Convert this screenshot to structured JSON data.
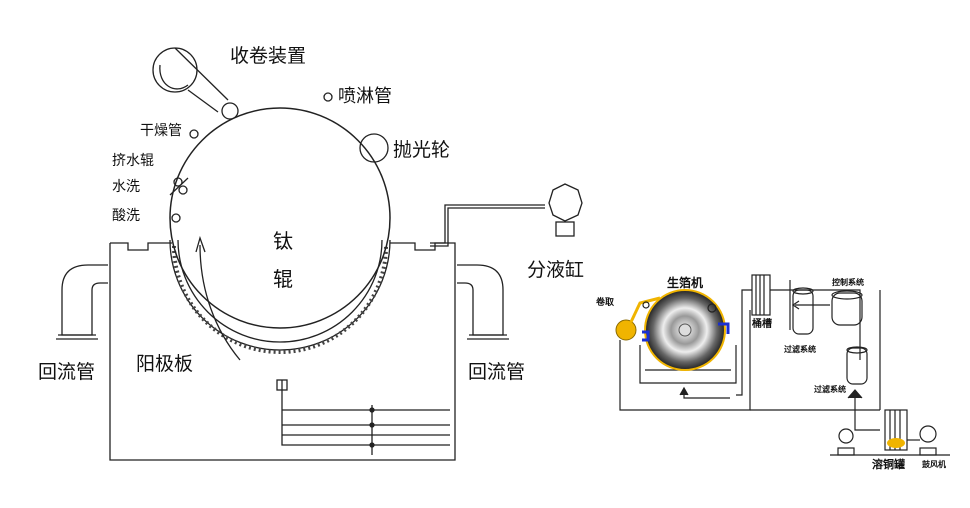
{
  "left_diagram": {
    "labels": {
      "roll_device": "收卷装置",
      "spray_pipe": "喷淋管",
      "dry_pipe": "干燥管",
      "squeeze_roll": "挤水辊",
      "water_wash": "水洗",
      "acid_wash": "酸洗",
      "polish_wheel": "抛光轮",
      "ti_char1": "钛",
      "ti_char2": "辊",
      "dispense_tank": "分液缸",
      "return_pipe_left": "回流管",
      "anode": "阳极板",
      "return_pipe_right": "回流管"
    }
  },
  "right_diagram": {
    "labels": {
      "generator": "生箔机",
      "coil": "卷取",
      "bucket_tank": "桶槽",
      "control_system": "控制系统",
      "filter_system_1": "过滤系统",
      "filter_system_2": "过滤系统",
      "dissolve_tank": "溶铜罐",
      "blower": "鼓风机"
    },
    "colors": {
      "gold": "#f0b400",
      "blue": "#1a2fd0"
    }
  }
}
